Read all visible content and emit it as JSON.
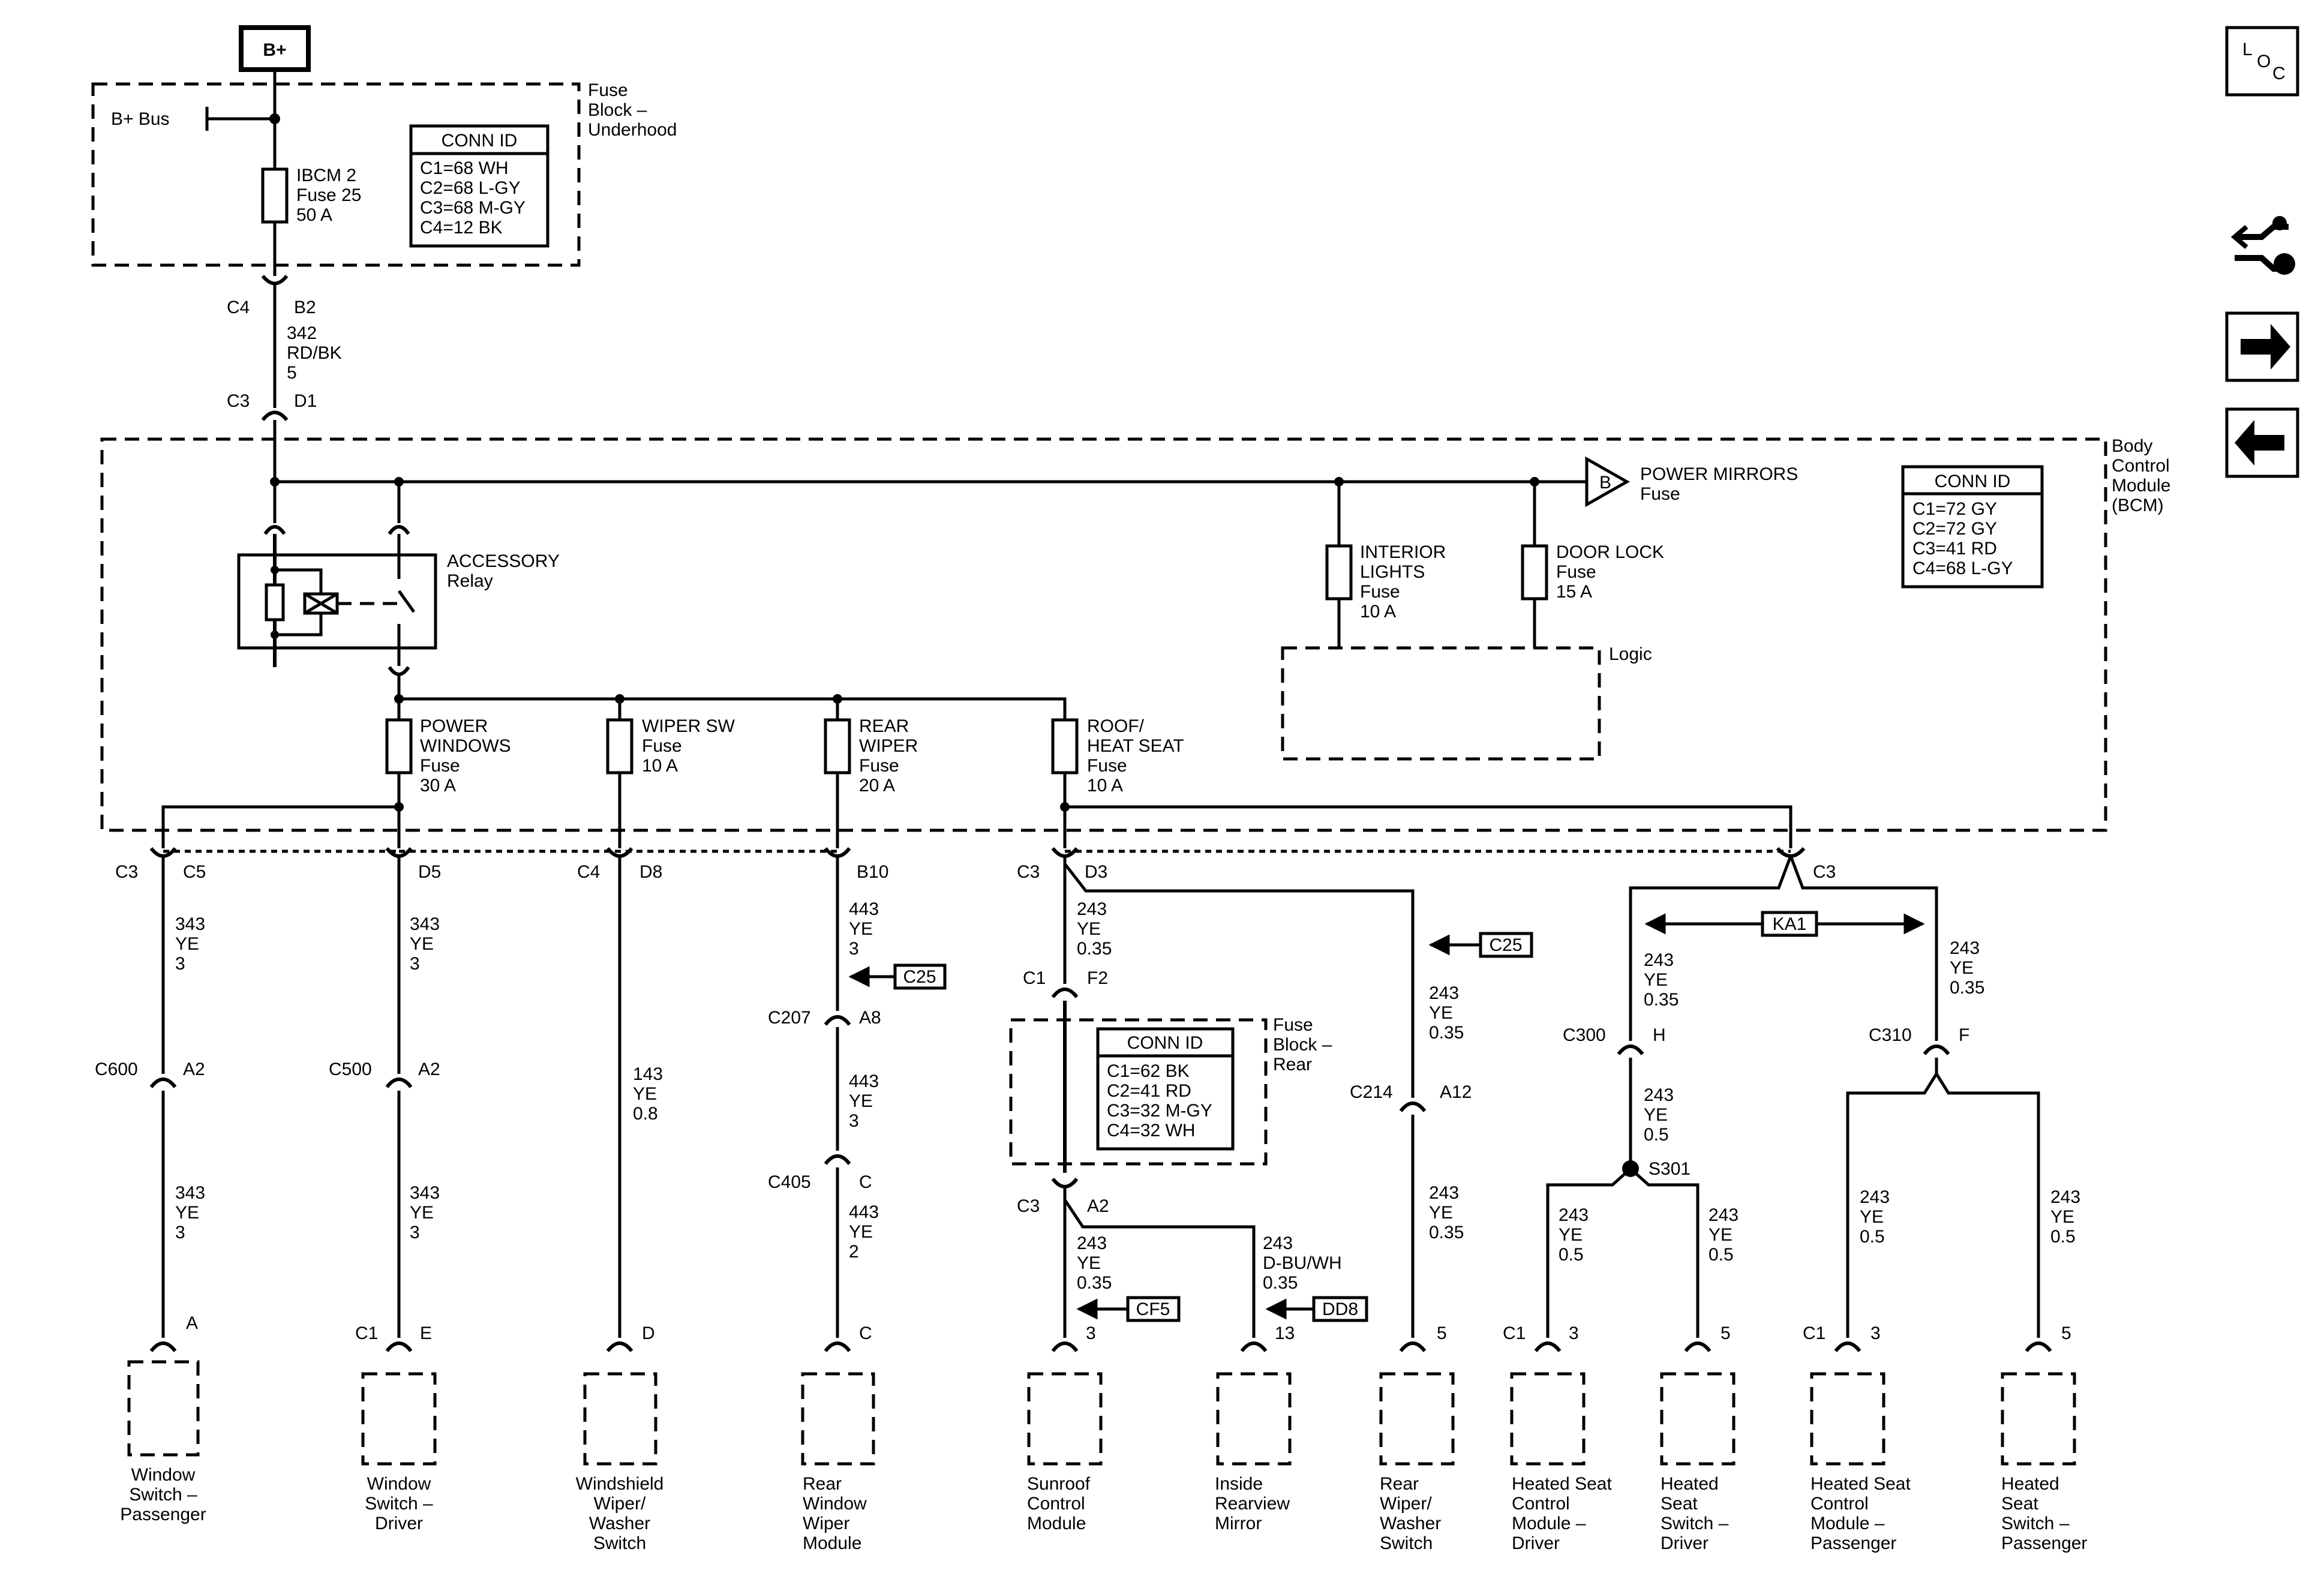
{
  "header": {
    "bplus": "B+",
    "bplus_bus": "B+ Bus",
    "fuse_block_underhood": [
      "Fuse",
      "Block –",
      "Underhood"
    ],
    "ibcm_fuse": [
      "IBCM 2",
      "Fuse 25",
      "50 A"
    ],
    "conn_id_underhood": {
      "title": "CONN ID",
      "rows": [
        "C1=68 WH",
        "C2=68 L-GY",
        "C3=68 M-GY",
        "C4=12 BK"
      ]
    },
    "feed_conn_top": {
      "left": "C4",
      "right": "B2"
    },
    "feed_wire": [
      "342",
      "RD/BK",
      "5"
    ],
    "feed_conn_bottom": {
      "left": "C3",
      "right": "D1"
    }
  },
  "bcm": {
    "label": [
      "Body",
      "Control",
      "Module",
      "(BCM)"
    ],
    "conn_id": {
      "title": "CONN ID",
      "rows": [
        "C1=72 GY",
        "C2=72 GY",
        "C3=41 RD",
        "C4=68 L-GY"
      ]
    },
    "accessory_relay": [
      "ACCESSORY",
      "Relay"
    ],
    "power_mirrors": {
      "tag": "B",
      "label": [
        "POWER MIRRORS",
        "Fuse"
      ]
    },
    "interior_lights": [
      "INTERIOR",
      "LIGHTS",
      "Fuse",
      "10 A"
    ],
    "door_lock": [
      "DOOR LOCK",
      "Fuse",
      "15 A"
    ],
    "logic": "Logic",
    "power_windows": [
      "POWER",
      "WINDOWS",
      "Fuse",
      "30 A"
    ],
    "wiper_sw": [
      "WIPER SW",
      "Fuse",
      "10 A"
    ],
    "rear_wiper": [
      "REAR",
      "WIPER",
      "Fuse",
      "20 A"
    ],
    "roof_heat_seat": [
      "ROOF/",
      "HEAT SEAT",
      "Fuse",
      "10 A"
    ]
  },
  "circuits": {
    "c1": {
      "conn": [
        "C3",
        "C5"
      ],
      "wire1": [
        "343",
        "YE",
        "3"
      ],
      "inline": [
        "C600",
        "A2"
      ],
      "wire2": [
        "343",
        "YE",
        "3"
      ],
      "pin": [
        "",
        "A"
      ],
      "component": [
        "Window",
        "Switch –",
        "Passenger"
      ]
    },
    "c2": {
      "conn": [
        "",
        "D5"
      ],
      "wire1": [
        "343",
        "YE",
        "3"
      ],
      "inline": [
        "C500",
        "A2"
      ],
      "wire2": [
        "343",
        "YE",
        "3"
      ],
      "pin": [
        "C1",
        "E"
      ],
      "component": [
        "Window",
        "Switch –",
        "Driver"
      ]
    },
    "c3": {
      "conn": [
        "C4",
        "D8"
      ],
      "wire1": [
        "143",
        "YE",
        "0.8"
      ],
      "pin": [
        "",
        "D"
      ],
      "component": [
        "Windshield",
        "Wiper/",
        "Washer",
        "Switch"
      ]
    },
    "c4": {
      "conn": [
        "",
        "B10"
      ],
      "wire1": [
        "443",
        "YE",
        "3"
      ],
      "ref1": "C25",
      "inline1": [
        "C207",
        "A8"
      ],
      "wire2": [
        "443",
        "YE",
        "3"
      ],
      "inline2": [
        "C405",
        "C"
      ],
      "wire3": [
        "443",
        "YE",
        "2"
      ],
      "pin": [
        "",
        "C"
      ],
      "component": [
        "Rear",
        "Window",
        "Wiper",
        "Module"
      ]
    },
    "c5": {
      "conn": [
        "C3",
        "D3"
      ],
      "wire1": [
        "243",
        "YE",
        "0.35"
      ],
      "inline1": [
        "C1",
        "F2"
      ],
      "fuse_block_rear": [
        "Fuse",
        "Block –",
        "Rear"
      ],
      "conn_id_rear": {
        "title": "CONN ID",
        "rows": [
          "C1=62 BK",
          "C2=41 RD",
          "C3=32 M-GY",
          "C4=32 WH"
        ]
      },
      "inline2": [
        "C3",
        "A2"
      ],
      "wire_a": [
        "243",
        "YE",
        "0.35"
      ],
      "ref_a": "CF5",
      "pin_a": "3",
      "component_a": [
        "Sunroof",
        "Control",
        "Module"
      ],
      "wire_b": [
        "243",
        "D-BU/WH",
        "0.35"
      ],
      "ref_b": "DD8",
      "pin_b": "13",
      "component_b": [
        "Inside",
        "Rearview",
        "Mirror"
      ]
    },
    "c6": {
      "ref1": "C25",
      "wire1": [
        "243",
        "YE",
        "0.35"
      ],
      "inline": [
        "C214",
        "A12"
      ],
      "wire2": [
        "243",
        "YE",
        "0.35"
      ],
      "pin": "5",
      "component": [
        "Rear",
        "Wiper/",
        "Washer",
        "Switch"
      ]
    },
    "c7": {
      "conn": "C3",
      "ka1": "KA1",
      "wire_l": [
        "243",
        "YE",
        "0.35"
      ],
      "inline_l": [
        "C300",
        "H"
      ],
      "wire_l2": [
        "243",
        "YE",
        "0.5"
      ],
      "splice": "S301",
      "wire_l3a": [
        "243",
        "YE",
        "0.5"
      ],
      "pin_l3a": [
        "C1",
        "3"
      ],
      "component_l3a": [
        "Heated Seat",
        "Control",
        "Module –",
        "Driver"
      ],
      "wire_l3b": [
        "243",
        "YE",
        "0.5"
      ],
      "pin_l3b": "5",
      "component_l3b": [
        "Heated",
        "Seat",
        "Switch –",
        "Driver"
      ],
      "wire_r": [
        "243",
        "YE",
        "0.35"
      ],
      "inline_r": [
        "C310",
        "F"
      ],
      "wire_r3a": [
        "243",
        "YE",
        "0.5"
      ],
      "pin_r3a": [
        "C1",
        "3"
      ],
      "component_r3a": [
        "Heated Seat",
        "Control",
        "Module –",
        "Passenger"
      ],
      "wire_r3b": [
        "243",
        "YE",
        "0.5"
      ],
      "pin_r3b": "5",
      "component_r3b": [
        "Heated",
        "Seat",
        "Switch –",
        "Passenger"
      ]
    }
  },
  "nav": {
    "loc_icon": "loc-icon",
    "wrench_icon": "wiring-wrench-icon",
    "forward_icon": "arrow-right-icon",
    "back_icon": "arrow-left-icon",
    "loc": [
      "L",
      "O",
      "C"
    ]
  }
}
